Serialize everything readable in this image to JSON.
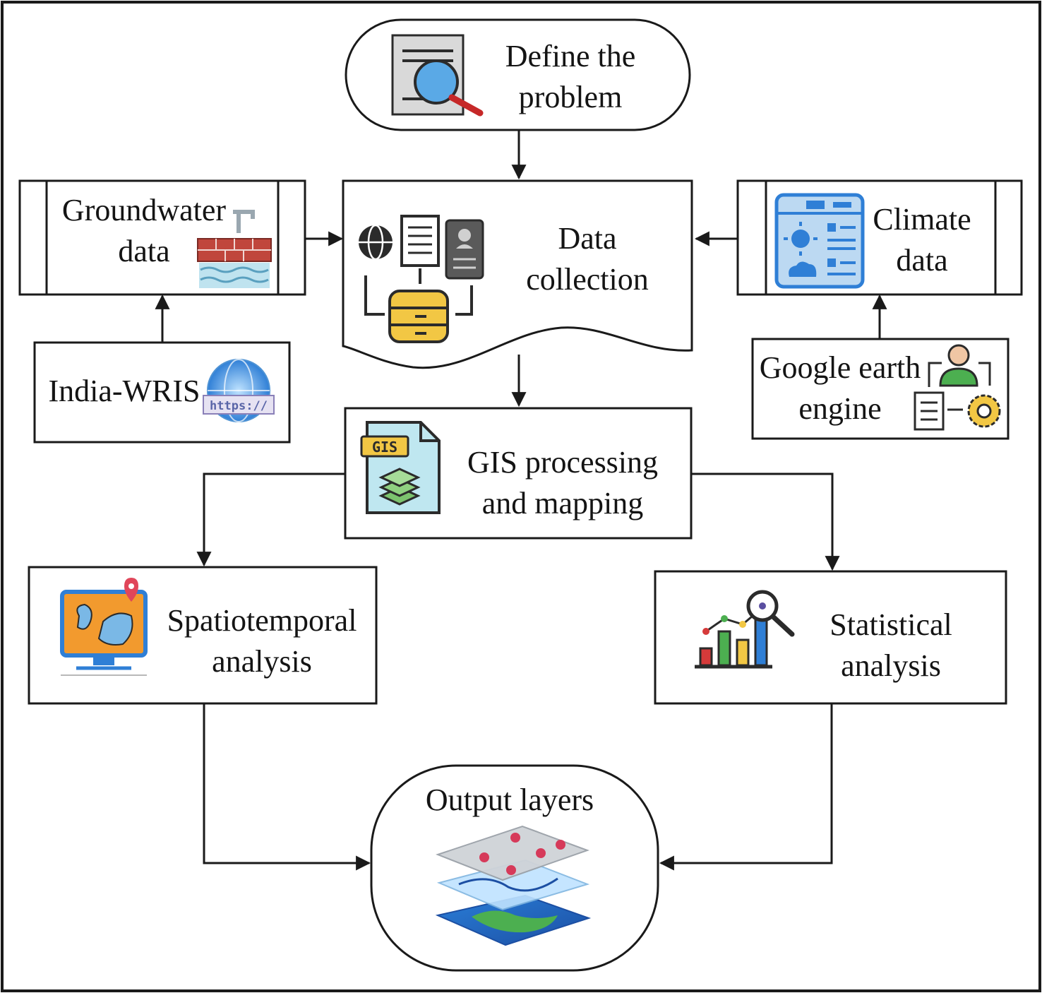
{
  "nodes": {
    "define_problem": {
      "line1": "Define the",
      "line2": "problem"
    },
    "data_collection": {
      "line1": "Data",
      "line2": "collection"
    },
    "groundwater": {
      "line1": "Groundwater",
      "line2": "data"
    },
    "climate": {
      "line1": "Climate",
      "line2": "data"
    },
    "india_wris": {
      "line1": "India-WRIS",
      "icon_text": "https://"
    },
    "google_earth": {
      "line1": "Google earth",
      "line2": "engine"
    },
    "gis": {
      "line1": "GIS processing",
      "line2": "and mapping",
      "icon_text": "GIS"
    },
    "spatiotemporal": {
      "line1": "Spatiotemporal",
      "line2": "analysis"
    },
    "statistical": {
      "line1": "Statistical",
      "line2": "analysis"
    },
    "output": {
      "line1": "Output layers"
    }
  },
  "colors": {
    "stroke": "#1a1a1a",
    "icon_blue": "#2f7fd6",
    "icon_orange": "#f29a2e",
    "icon_red": "#d63a3a",
    "icon_yellow": "#f2c744",
    "icon_green": "#4caf50"
  }
}
